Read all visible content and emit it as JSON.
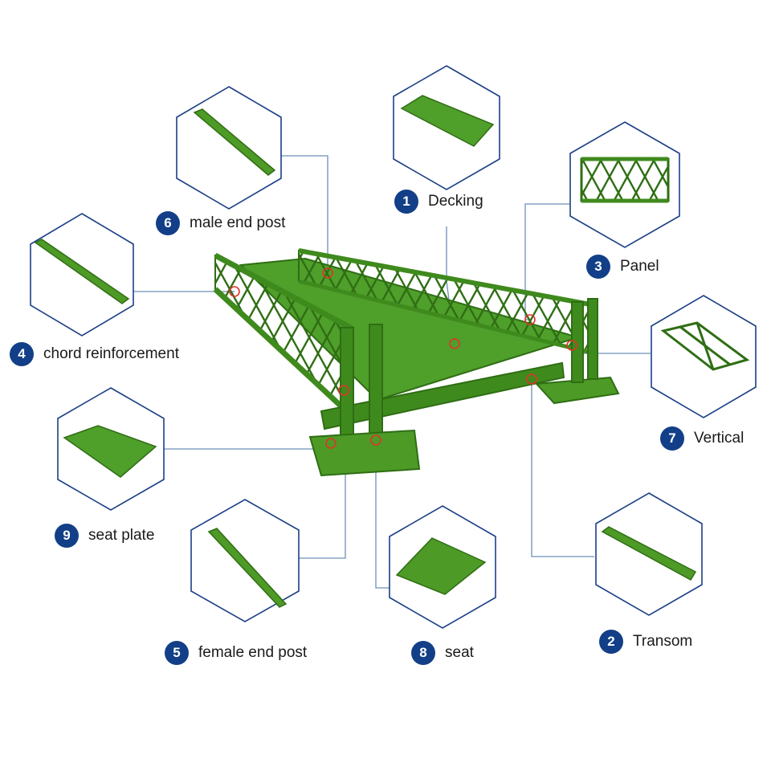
{
  "colors": {
    "hexagon_stroke": "#1b3f85",
    "badge_fill": "#123f87",
    "leader_line": "#6e8fb8",
    "bridge_green": "#4d9a26",
    "bridge_dark": "#2f6e14",
    "marker_red": "#e0342a"
  },
  "components": [
    {
      "id": "decking",
      "number": "1",
      "label": "Decking"
    },
    {
      "id": "transom",
      "number": "2",
      "label": "Transom"
    },
    {
      "id": "panel",
      "number": "3",
      "label": "Panel"
    },
    {
      "id": "chord-reinforcement",
      "number": "4",
      "label": "chord reinforcement"
    },
    {
      "id": "female-end-post",
      "number": "5",
      "label": "female end post"
    },
    {
      "id": "male-end-post",
      "number": "6",
      "label": "male end post"
    },
    {
      "id": "vertical",
      "number": "7",
      "label": "Vertical"
    },
    {
      "id": "seat",
      "number": "8",
      "label": "seat"
    },
    {
      "id": "seat-plate",
      "number": "9",
      "label": "seat plate"
    }
  ]
}
